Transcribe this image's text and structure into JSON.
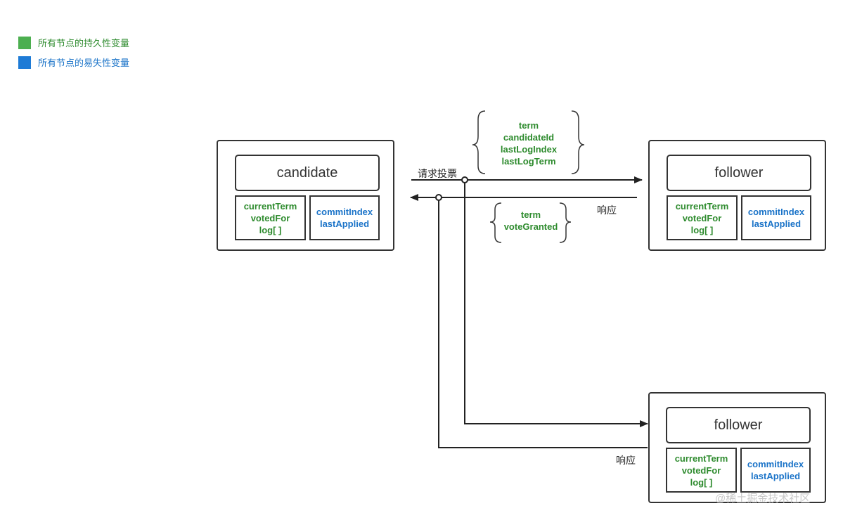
{
  "legend": [
    {
      "label": "所有节点的持久性变量",
      "color": "#4caf50",
      "text_color": "#2e8b2e"
    },
    {
      "label": "所有节点的易失性变量",
      "color": "#1e7bd6",
      "text_color": "#1a73c8"
    }
  ],
  "candidate": {
    "title": "candidate",
    "persistent": [
      "currentTerm",
      "votedFor",
      "log[ ]"
    ],
    "volatile": [
      "commitIndex",
      "lastApplied"
    ]
  },
  "follower1": {
    "title": "follower",
    "persistent": [
      "currentTerm",
      "votedFor",
      "log[ ]"
    ],
    "volatile": [
      "commitIndex",
      "lastApplied"
    ]
  },
  "follower2": {
    "title": "follower",
    "persistent": [
      "currentTerm",
      "votedFor",
      "log[ ]"
    ],
    "volatile": [
      "commitIndex",
      "lastApplied"
    ]
  },
  "request": {
    "label": "请求投票",
    "params": [
      "term",
      "candidateId",
      "lastLogIndex",
      "lastLogTerm"
    ]
  },
  "response": {
    "label": "响应",
    "params": [
      "term",
      "voteGranted"
    ]
  },
  "response2_label": "响应",
  "watermark": "@稀土掘金技术社区"
}
